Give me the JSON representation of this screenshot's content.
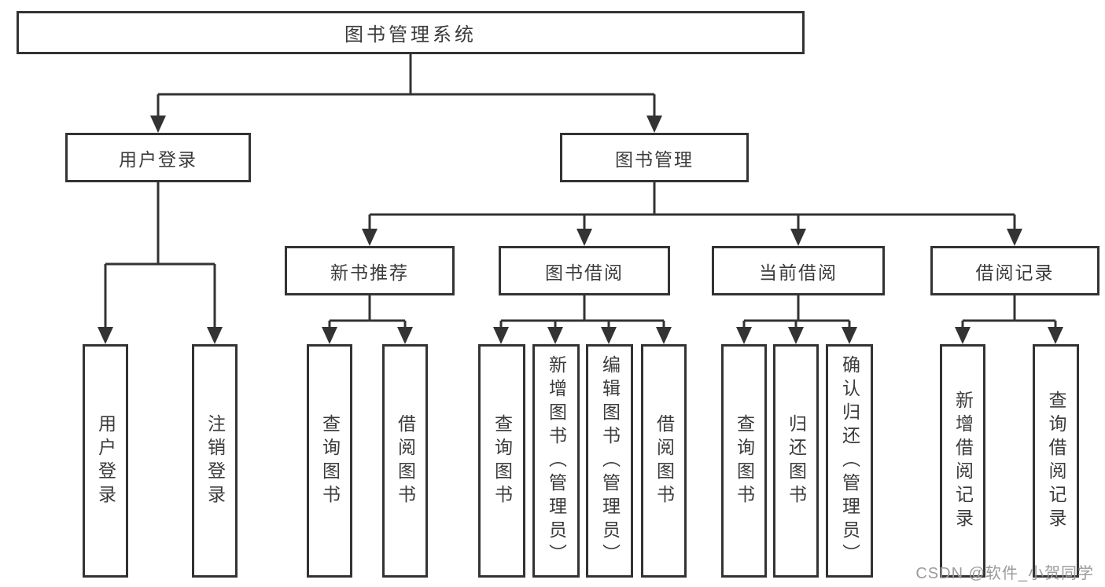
{
  "tree": {
    "root": {
      "label": "图书管理系统"
    },
    "level2": [
      {
        "label": "用户登录",
        "children": [
          {
            "label": "用户登录"
          },
          {
            "label": "注销登录"
          }
        ]
      },
      {
        "label": "图书管理",
        "children": [
          {
            "label": "新书推荐",
            "children": [
              {
                "label": "查询图书"
              },
              {
                "label": "借阅图书"
              }
            ]
          },
          {
            "label": "图书借阅",
            "children": [
              {
                "label": "查询图书"
              },
              {
                "label": "新增图书（管理员）"
              },
              {
                "label": "编辑图书（管理员）"
              },
              {
                "label": "借阅图书"
              }
            ]
          },
          {
            "label": "当前借阅",
            "children": [
              {
                "label": "查询图书"
              },
              {
                "label": "归还图书"
              },
              {
                "label": "确认归还（管理员）"
              }
            ]
          },
          {
            "label": "借阅记录",
            "children": [
              {
                "label": "新增借阅记录"
              },
              {
                "label": "查询借阅记录"
              }
            ]
          }
        ]
      }
    ]
  },
  "watermark": "CSDN @软件_小贺同学",
  "colors": {
    "line": "#333333",
    "box_border": "#333333",
    "box_fill": "#ffffff",
    "text": "#3b3b3b",
    "watermark": "#9b9b9b",
    "background": "#ffffff"
  }
}
